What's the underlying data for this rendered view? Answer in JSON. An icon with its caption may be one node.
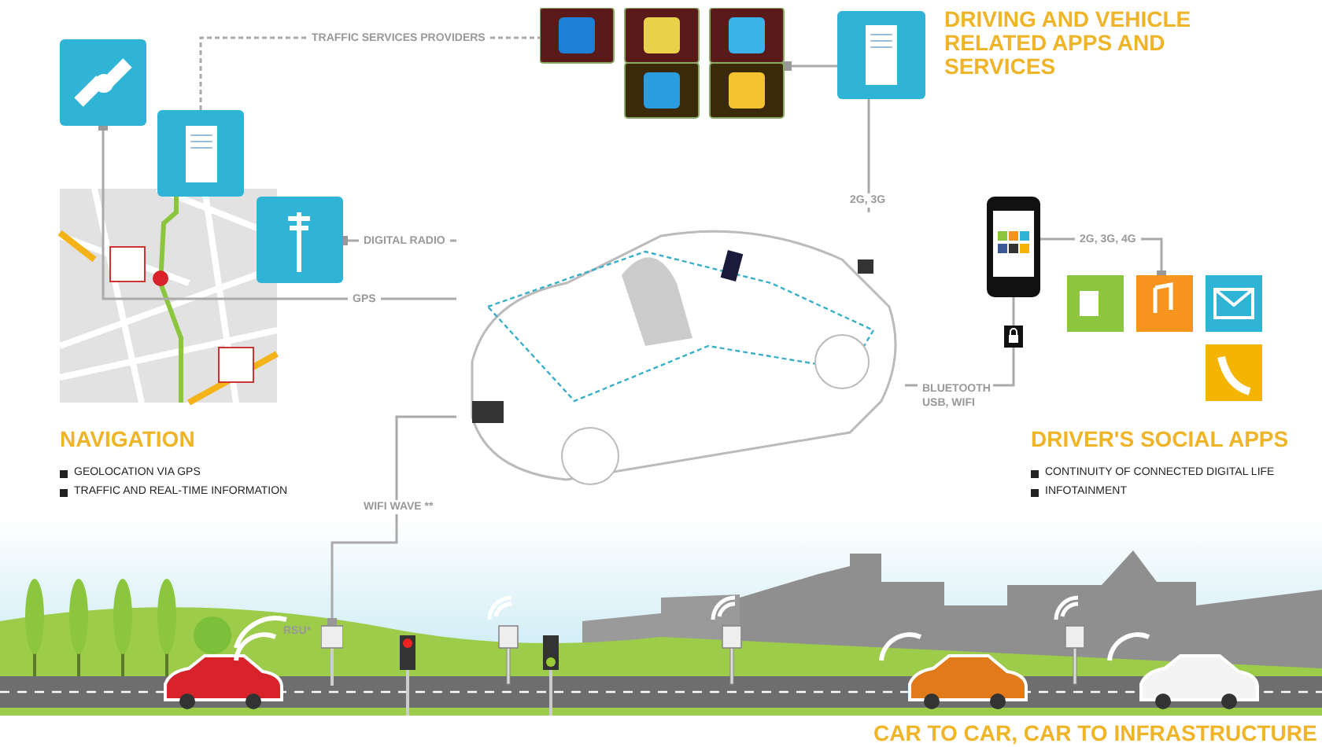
{
  "diagram": {
    "nodes": [
      {
        "text": [],
        "shape": "picture"
      },
      {
        "text": [],
        "shape": "picture"
      },
      {
        "text": [],
        "shape": "picture"
      },
      {
        "text": [],
        "shape": "picture"
      },
      {
        "text": [],
        "shape": "picture"
      },
      {
        "text": [],
        "shape": "picture"
      },
      {
        "text": [],
        "shape": "picture"
      },
      {
        "text": [],
        "shape": "picture"
      },
      {
        "text": [],
        "shape": "picture",
        "beside": [
          "RSU*"
        ]
      }
    ],
    "edges": [
      {
        "from": 1,
        "to": 3,
        "arrow": "none",
        "style": "dashed",
        "label": "TRAFFIC SERVICES PROVIDERS"
      },
      {
        "from": 3,
        "to": 4,
        "arrow": "other"
      },
      {
        "from": 2,
        "to": 5,
        "arrow": "other",
        "label": "DIGITAL RADIO"
      },
      {
        "from": 0,
        "to": 5,
        "arrow": "other",
        "label": "GPS"
      },
      {
        "from": 4,
        "to": 5,
        "arrow": "none",
        "label": "2G, 3G"
      },
      {
        "from": 7,
        "to": 6,
        "arrow": "other",
        "label": "2G, 3G, 4G"
      },
      {
        "from": 6,
        "to": 5,
        "arrow": "none",
        "label": "BLUETOOTH USB, WIFI"
      },
      {
        "from": 8,
        "to": 5,
        "arrow": "other",
        "label": "WIFI WAVE **"
      }
    ],
    "labels": [
      "DRIVING AND VEHICLE RELATED APPS AND SERVICES",
      "NAVIGATION",
      "GEOLOCATION VIA GPS",
      "TRAFFIC AND REAL-TIME INFORMATION",
      "DRIVER'S SOCIAL APPS",
      "CONTINUITY OF CONNECTED DIGITAL LIFE",
      "INFOTAINMENT",
      "CAR TO CAR, CAR TO INFRASTRUCTURE"
    ]
  }
}
